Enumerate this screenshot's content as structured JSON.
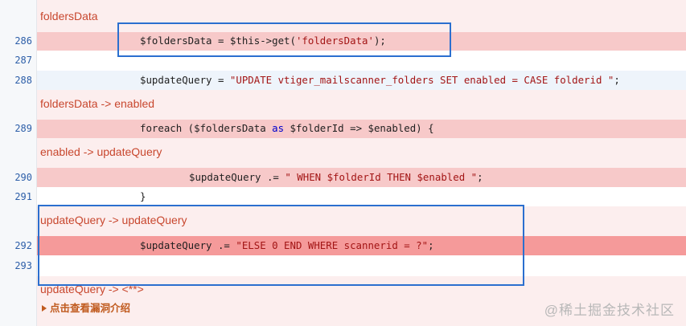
{
  "colors": {
    "annotation_bg": "#fceeee",
    "flow_bg": "#f7c9c9",
    "sink_bg": "#f59a9a",
    "plain_bg": "#ffffff",
    "context_bg": "#eef4fb",
    "line_number": "#2c5ea8",
    "annotation_text": "#c8472e",
    "highlight_box": "#2b6fcf"
  },
  "annotations": {
    "a1": "foldersData",
    "a2": "foldersData -> enabled",
    "a3": "enabled -> updateQuery",
    "a4": "updateQuery -> updateQuery",
    "a5": "updateQuery -> <**>"
  },
  "lines": {
    "l286": {
      "num": "286",
      "p1": "$foldersData = $this->get(",
      "s1": "'foldersData'",
      "p2": ");"
    },
    "l287": {
      "num": "287"
    },
    "l288": {
      "num": "288",
      "p1": "$updateQuery = ",
      "s1": "\"UPDATE vtiger_mailscanner_folders SET enabled = CASE folderid \"",
      "p2": ";"
    },
    "l289": {
      "num": "289",
      "p1": "foreach ($foldersData ",
      "k1": "as",
      "p2": " $folderId => $enabled) {"
    },
    "l290": {
      "num": "290",
      "p1": "$updateQuery .= ",
      "s1": "\" WHEN $folderId THEN $enabled \"",
      "p2": ";"
    },
    "l291": {
      "num": "291",
      "p1": "}"
    },
    "l292": {
      "num": "292",
      "p1": "$updateQuery .= ",
      "s1": "\"ELSE 0 END WHERE scannerid = ?\"",
      "p2": ";"
    },
    "l293": {
      "num": "293"
    }
  },
  "trace_link": {
    "label": "点击查看漏洞介绍",
    "icon": "triangle-right-icon"
  },
  "watermark": "@稀土掘金技术社区"
}
